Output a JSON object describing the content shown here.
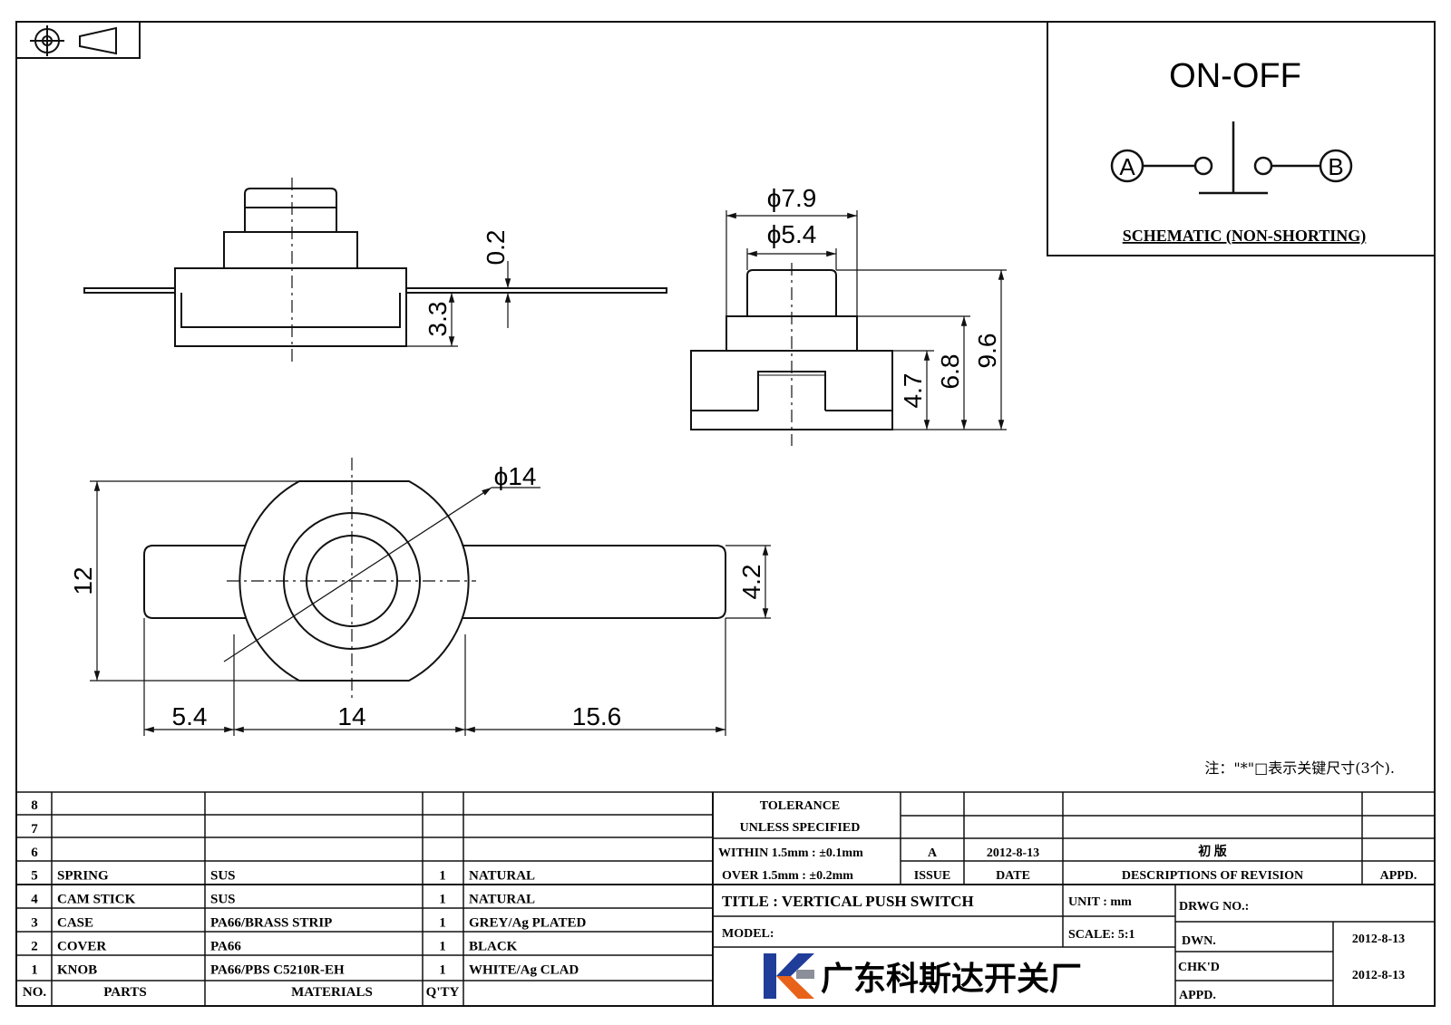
{
  "symbols": {
    "projection_icon": "first-angle-projection-icon"
  },
  "schematic": {
    "title": "ON-OFF",
    "terminal_a": "A",
    "terminal_b": "B",
    "caption": "SCHEMATIC (NON-SHORTING)"
  },
  "dimensions": {
    "front_gap": "0.2",
    "front_depth": "3.3",
    "side_dia_outer": "ϕ7.9",
    "side_dia_inner": "ϕ5.4",
    "side_h_47": "4.7",
    "side_h_68": "6.8",
    "side_h_96": "9.6",
    "top_dia": "ϕ14",
    "top_height": "12",
    "top_strip": "4.2",
    "top_left": "5.4",
    "top_mid": "14",
    "top_right": "15.6"
  },
  "note": "注：\"*\"□表示关键尺寸(3个).",
  "bom": {
    "rows": [
      {
        "no": "8",
        "part": "",
        "material": "",
        "qty": "",
        "finish": ""
      },
      {
        "no": "7",
        "part": "",
        "material": "",
        "qty": "",
        "finish": ""
      },
      {
        "no": "6",
        "part": "",
        "material": "",
        "qty": "",
        "finish": ""
      },
      {
        "no": "5",
        "part": "SPRING",
        "material": "SUS",
        "qty": "1",
        "finish": "NATURAL"
      },
      {
        "no": "4",
        "part": "CAM STICK",
        "material": "SUS",
        "qty": "1",
        "finish": "NATURAL"
      },
      {
        "no": "3",
        "part": "CASE",
        "material": "PA66/BRASS STRIP",
        "qty": "1",
        "finish": "GREY/Ag PLATED"
      },
      {
        "no": "2",
        "part": "COVER",
        "material": "PA66",
        "qty": "1",
        "finish": "BLACK"
      },
      {
        "no": "1",
        "part": "KNOB",
        "material": "PA66/PBS C5210R-EH",
        "qty": "1",
        "finish": "WHITE/Ag CLAD"
      }
    ],
    "header": {
      "no": "NO.",
      "parts": "PARTS",
      "materials": "MATERIALS",
      "qty": "Q'TY"
    }
  },
  "title_block": {
    "tolerance_1": "TOLERANCE",
    "tolerance_2": "UNLESS  SPECIFIED",
    "within": "WITHIN 1.5mm : ±0.1mm",
    "over": "OVER 1.5mm : ±0.2mm",
    "rev_issue": "A",
    "rev_date": "2012-8-13",
    "rev_desc": "初  版",
    "col_issue": "ISSUE",
    "col_date": "DATE",
    "col_desc": "DESCRIPTIONS OF REVISION",
    "col_appd": "APPD.",
    "title": "TITLE :  VERTICAL PUSH SWITCH",
    "unit": "UNIT :  mm",
    "drwg": "DRWG NO.:",
    "model": "MODEL:",
    "scale": "SCALE:  5:1",
    "dwn": "DWN.",
    "dwn_date": "2012-8-13",
    "chkd": "CHK'D",
    "chkd_date": "2012-8-13",
    "appd": "APPD.",
    "company": "广东科斯达开关厂"
  },
  "colors": {
    "logo_blue": "#1f3d99",
    "logo_orange": "#e8621a",
    "logo_grey": "#8a8f99"
  }
}
